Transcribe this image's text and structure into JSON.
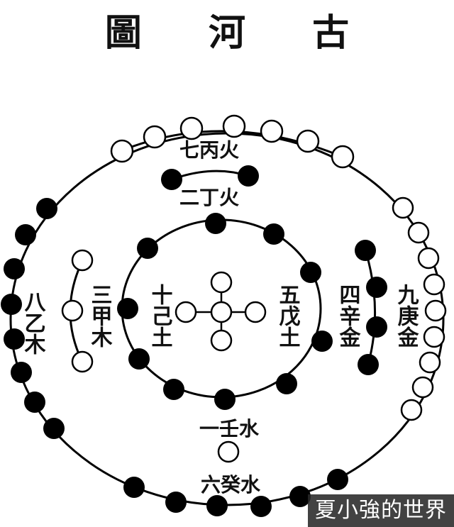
{
  "title": "圖 河 古",
  "labels": {
    "top_outer": "七丙火",
    "top_inner": "二丁火",
    "bottom_inner": "一壬水",
    "bottom_outer": "六癸水",
    "left_outer": "八乙木",
    "left_inner": "三甲木",
    "center_left": "十己土",
    "center_right": "五戊土",
    "right_inner": "四辛金",
    "right_outer": "九庚金"
  },
  "watermark": "夏小強的世界",
  "colors": {
    "line": "#000000",
    "yin_dot": "#000000",
    "yang_dot": "#ffffff"
  }
}
